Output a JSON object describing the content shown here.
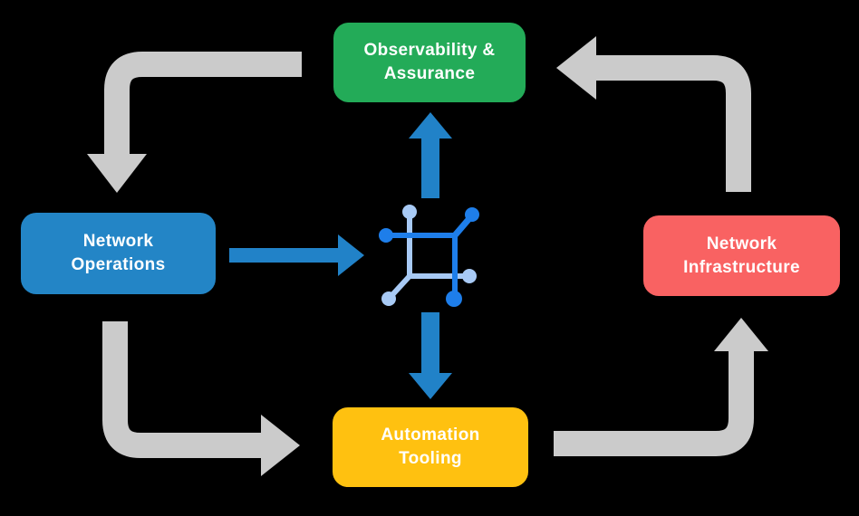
{
  "diagram": {
    "background": "#000000",
    "nodes": [
      {
        "id": "observability-assurance",
        "line1": "Observability &",
        "line2": "Assurance",
        "color": "#23AB58",
        "text_color": "#FFFFFF"
      },
      {
        "id": "network-operations",
        "line1": "Network",
        "line2": "Operations",
        "color": "#2385C6",
        "text_color": "#FFFFFF"
      },
      {
        "id": "network-infrastructure",
        "line1": "Network",
        "line2": "Infrastructure",
        "color": "#F96262",
        "text_color": "#FFFFFF"
      },
      {
        "id": "automation-tooling",
        "line1": "Automation",
        "line2": "Tooling",
        "color": "#FFC110",
        "text_color": "#FFFFFF"
      }
    ],
    "cycle_arrows": {
      "color": "#CBCBCB",
      "edges": [
        {
          "from": "observability-assurance",
          "to": "network-operations"
        },
        {
          "from": "network-operations",
          "to": "automation-tooling"
        },
        {
          "from": "automation-tooling",
          "to": "network-infrastructure"
        },
        {
          "from": "network-infrastructure",
          "to": "observability-assurance"
        }
      ]
    },
    "hub_arrows": {
      "color": "#2182C8",
      "edges": [
        {
          "from": "network-operations",
          "to": "hub-icon"
        },
        {
          "from": "hub-icon",
          "to": "observability-assurance"
        },
        {
          "from": "hub-icon",
          "to": "automation-tooling"
        }
      ]
    },
    "hub_icon": {
      "name": "network-mesh-icon",
      "dark_color": "#1E7EEA",
      "light_color": "#A8CAF5"
    }
  }
}
